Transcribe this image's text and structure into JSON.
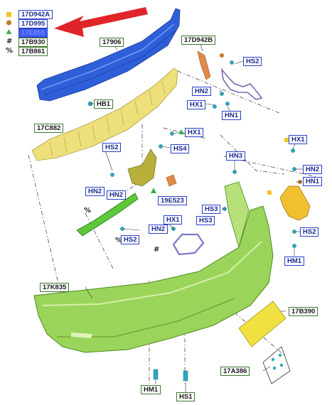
{
  "legend": {
    "items": [
      {
        "symbol": "square",
        "color": "#f3c22a",
        "code": "17D942A"
      },
      {
        "symbol": "circle",
        "color": "#c07a2a",
        "code": "17D995"
      },
      {
        "symbol": "triangle",
        "color": "#38b04a",
        "code": "17E855"
      },
      {
        "symbol": "#",
        "color": "#222222",
        "code": "17B930"
      },
      {
        "symbol": "%",
        "color": "#222222",
        "code": "17B861"
      }
    ]
  },
  "labels": {
    "l17906": "17906",
    "hb1": "HB1",
    "l17d942b": "17D942B",
    "hs2_top": "HS2",
    "hn2_top": "HN2",
    "hx1_top": "HX1",
    "hn1_top": "HN1",
    "l17c882": "17C882",
    "hx1_mid": "HX1",
    "hs4": "HS4",
    "hs2_left": "HS2",
    "hn2_a": "HN2",
    "hn2_b": "HN2",
    "l19e523": "19E523",
    "hx1_right": "HX1",
    "hn2_right": "HN2",
    "hn1_right": "HN1",
    "hn3": "HN3",
    "hs3_a": "HS3",
    "hs3_b": "HS3",
    "hs2_right": "HS2",
    "hm1_right": "HM1",
    "hx1_low": "HX1",
    "hn2_low": "HN2",
    "hs2_low": "HS2",
    "l17k835": "17K835",
    "l17b390": "17B390",
    "l17a386": "17A386",
    "hm1_bottom": "HM1",
    "hs1": "HS1"
  },
  "colors": {
    "accent_red": "#e0242a",
    "bumper_green": "#9bd45a",
    "beam_blue": "#2f5fd8",
    "absorber_yellow": "#ede07a",
    "plate_yellow": "#f0e040"
  }
}
